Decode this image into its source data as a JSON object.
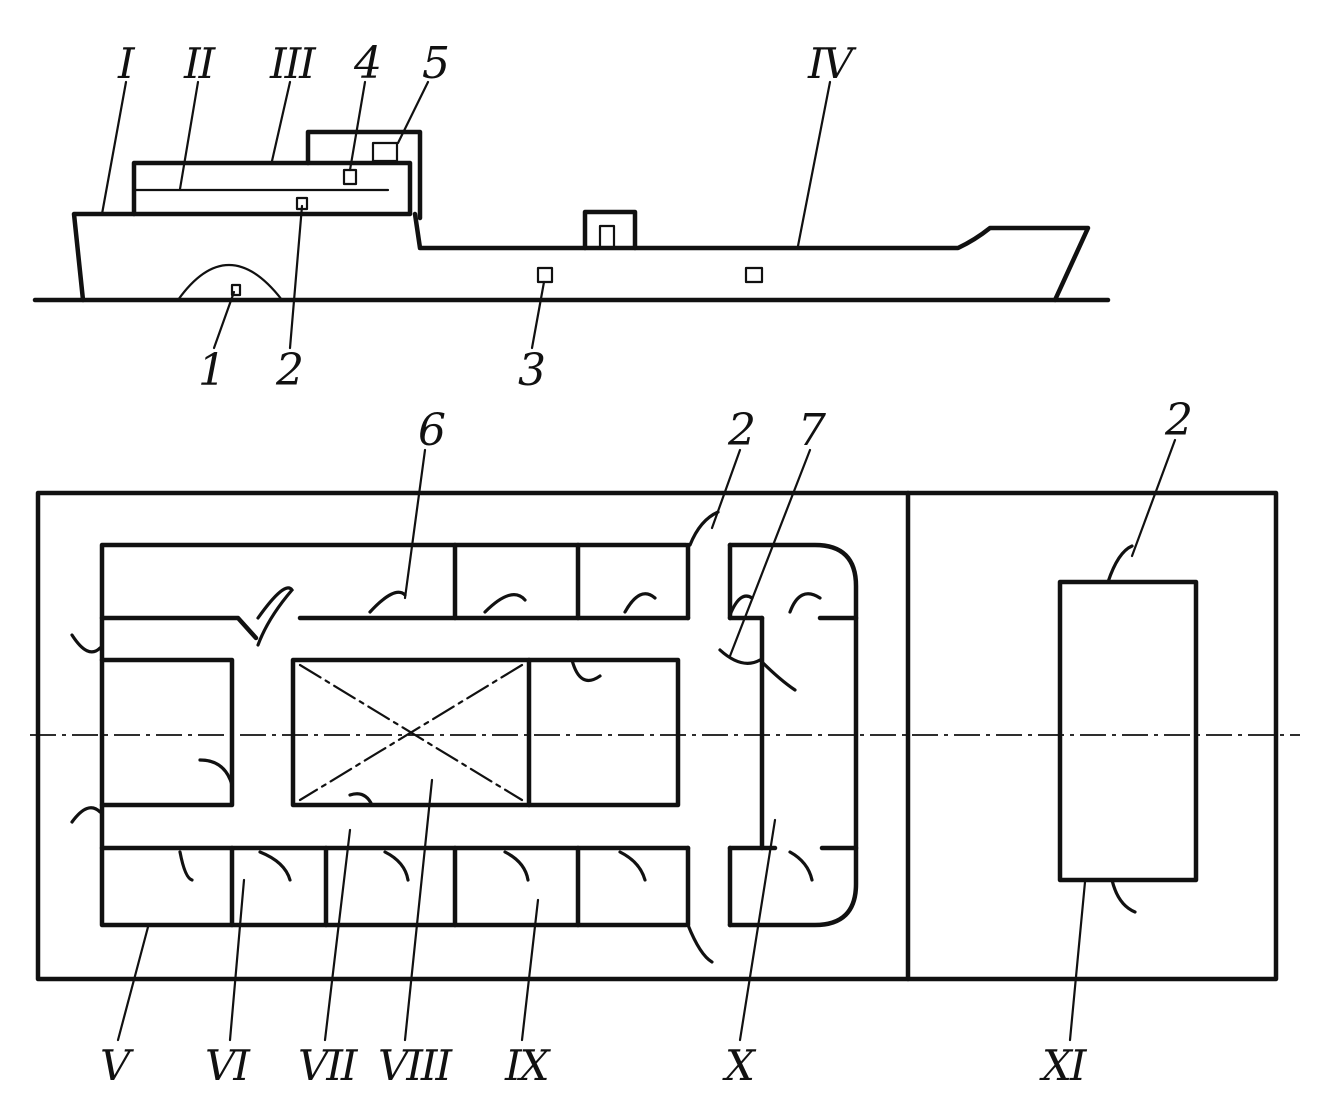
{
  "side_view": {
    "labels": {
      "I": "I",
      "II": "II",
      "III": "III",
      "IV": "IV",
      "n1": "1",
      "n2": "2",
      "n3": "3",
      "n4": "4",
      "n5": "5"
    }
  },
  "plan_view": {
    "labels": {
      "n6": "6",
      "n2a": "2",
      "n7": "7",
      "n2b": "2",
      "V": "V",
      "VI": "VI",
      "VII": "VII",
      "VIII": "VIII",
      "IX": "IX",
      "X": "X",
      "XI": "XI"
    }
  }
}
